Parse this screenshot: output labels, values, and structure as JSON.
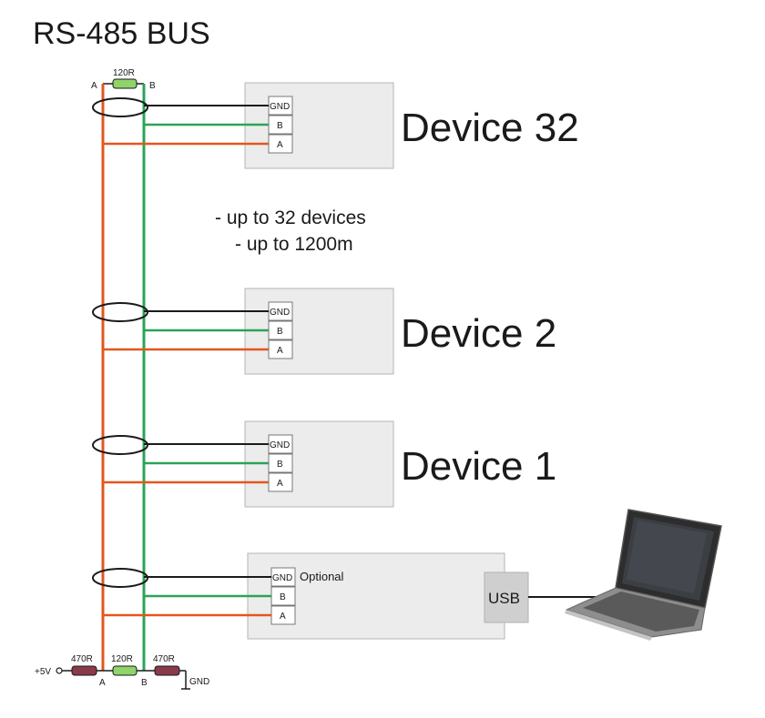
{
  "title": "RS-485 BUS",
  "colors": {
    "line_a": "#e2571e",
    "line_b": "#2aa457",
    "gnd": "#1a1a1a",
    "box": "#ececec",
    "resistor_120": "#8fd36a",
    "resistor_470": "#8a3a4a"
  },
  "bus_labels": {
    "a_top": "A",
    "b_top": "B",
    "a_bottom": "A",
    "b_bottom": "B"
  },
  "termination": {
    "top_resistor": "120R",
    "bottom_resistor_left": "470R",
    "bottom_resistor_mid": "120R",
    "bottom_resistor_right": "470R",
    "vplus": "+5V",
    "gnd": "GND"
  },
  "devices": [
    {
      "label": "Device 32",
      "terminals": [
        "GND",
        "B",
        "A"
      ]
    },
    {
      "label": "Device 2",
      "terminals": [
        "GND",
        "B",
        "A"
      ]
    },
    {
      "label": "Device 1",
      "terminals": [
        "GND",
        "B",
        "A"
      ]
    }
  ],
  "notes": [
    "- up to 32 devices",
    "- up to 1200m"
  ],
  "converter": {
    "optional_label": "Optional",
    "terminals": [
      "GND",
      "B",
      "A"
    ],
    "usb_label": "USB"
  }
}
